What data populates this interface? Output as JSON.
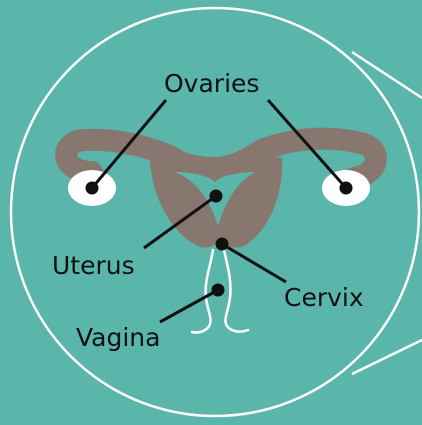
{
  "colors": {
    "background": "#5ab5ab",
    "outline": "#ffffff",
    "organ": "#87776e",
    "ovary": "#ffffff",
    "pointer": "#111111"
  },
  "labels": {
    "ovaries": "Ovaries",
    "uterus": "Uterus",
    "cervix": "Cervix",
    "vagina": "Vagina"
  }
}
